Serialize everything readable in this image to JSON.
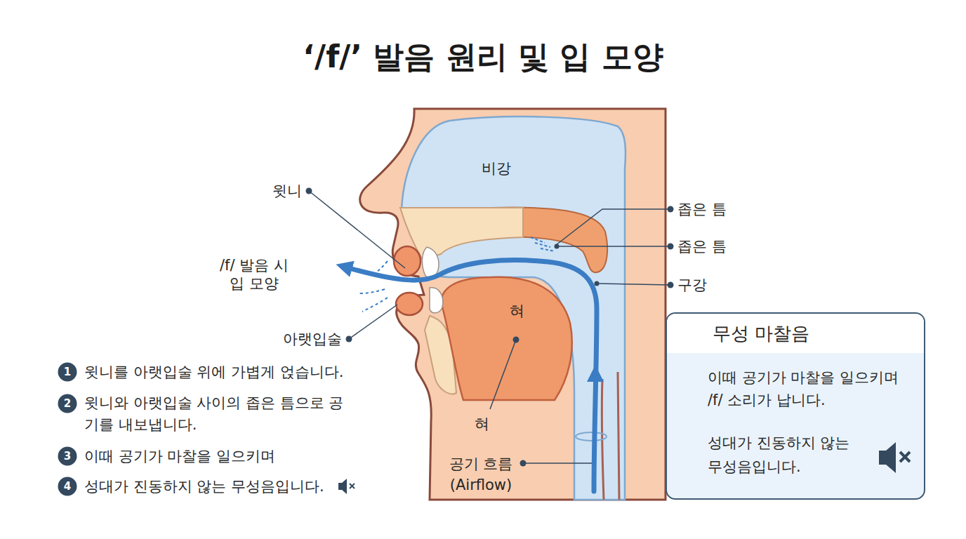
{
  "diagram": {
    "title": "‘/f/’ 발음 원리 및 입 모양",
    "nodes": [
      {
        "text": [
          "무성 마찰음",
          "이때 공기가 마찰을 일으키며 /f/ 소리가 납니다.",
          "성대가 진동하지 않는 무성음입니다."
        ]
      }
    ],
    "labels": [
      "윗니",
      "/f/ 발음 시 입 모양",
      "비강",
      "좁은 틈",
      "좁은 틈",
      "구강",
      "혀",
      "아랫입술",
      "1",
      "윗니를 아랫입술 위에 가볍게 얹습니다.",
      "2",
      "윗니와 아랫입술 사이의 좁은 틈으로 공기를 내보냅니다.",
      "3",
      "이때 공기가 마찰을 일으키며",
      "4",
      "성대가 진동하지 않는 무성음입니다.",
      "혀",
      "공기 흐름 (Airflow)",
      "3",
      "4"
    ]
  }
}
